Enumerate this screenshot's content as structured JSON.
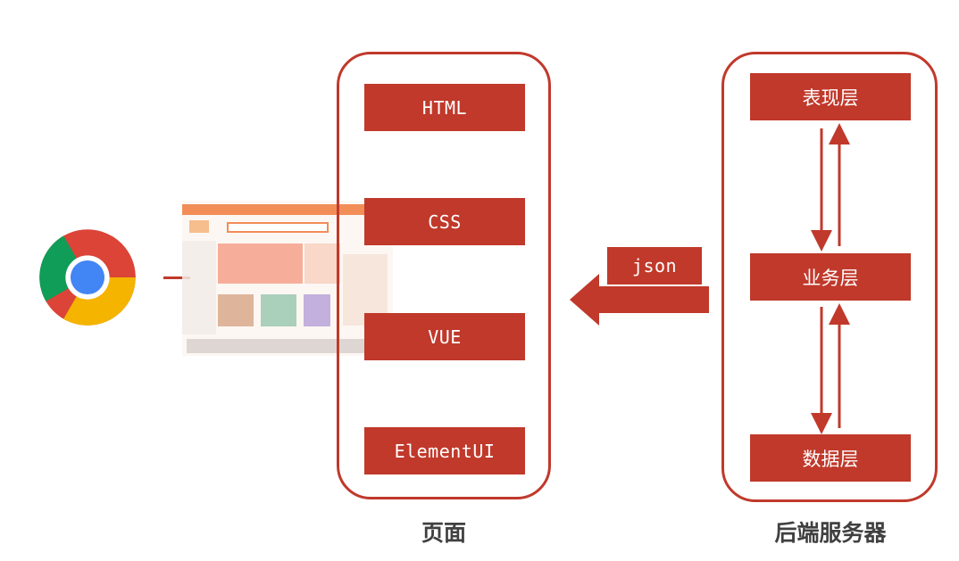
{
  "page_stack": {
    "items": [
      "HTML",
      "CSS",
      "VUE",
      "ElementUI"
    ],
    "caption": "页面"
  },
  "server_stack": {
    "layers": [
      "表现层",
      "业务层",
      "数据层"
    ],
    "caption": "后端服务器"
  },
  "connector": {
    "label": "json"
  },
  "colors": {
    "accent": "#c0392b",
    "caption": "#404040",
    "background": "#ffffff"
  },
  "icons": {
    "browser": "chrome-icon",
    "screenshot": "web-page-screenshot"
  }
}
